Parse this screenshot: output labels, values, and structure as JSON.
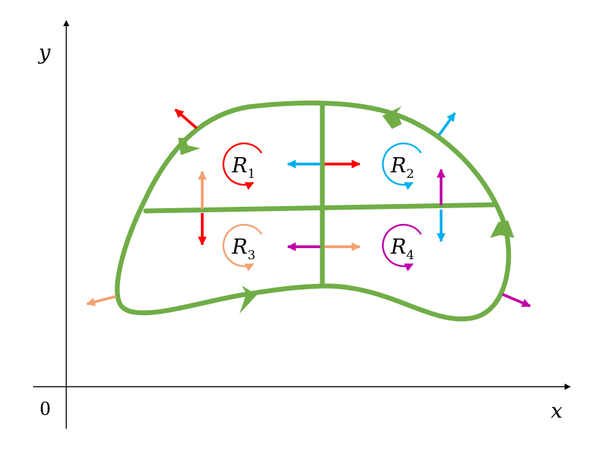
{
  "axes": {
    "x_label": "x",
    "y_label": "y",
    "origin_label": "0"
  },
  "regions": [
    {
      "letter": "R",
      "sub": "1",
      "color": "#ff0000"
    },
    {
      "letter": "R",
      "sub": "2",
      "color": "#00b0f0"
    },
    {
      "letter": "R",
      "sub": "3",
      "color": "#f4a070"
    },
    {
      "letter": "R",
      "sub": "4",
      "color": "#c000a8"
    }
  ],
  "colors": {
    "boundary": "#70ad47",
    "axis": "#000000",
    "background": "#ffffff"
  }
}
